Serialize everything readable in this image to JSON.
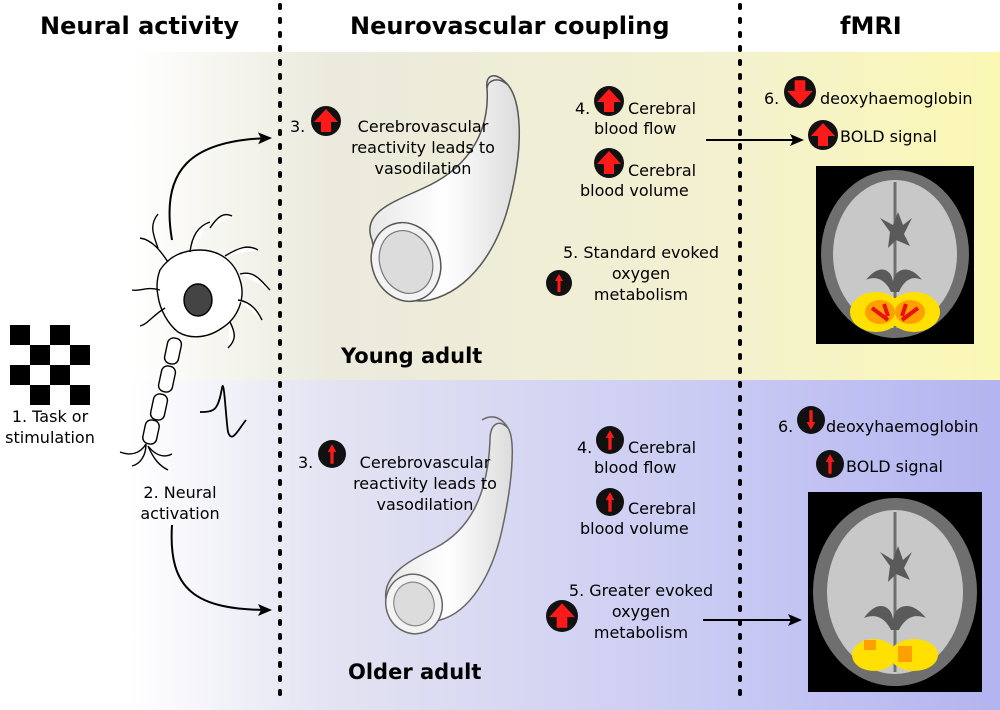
{
  "headers": {
    "neural_activity": "Neural activity",
    "neurovascular_coupling": "Neurovascular coupling",
    "fmri": "fMRI"
  },
  "left": {
    "task_line1": "1. Task or",
    "task_line2": "stimulation",
    "activation_line1": "2. Neural",
    "activation_line2": "activation"
  },
  "young": {
    "title": "Young adult",
    "step3": {
      "num": "3.",
      "line1": "Cerebrovascular",
      "line2": "reactivity leads to",
      "line3": "vasodilation"
    },
    "step4_flow": {
      "num": "4.",
      "line1": "Cerebral",
      "line2": "blood flow"
    },
    "step4_volume": {
      "line1": "Cerebral",
      "line2": "blood volume"
    },
    "step5": {
      "line1": "5. Standard evoked",
      "line2": "oxygen",
      "line3": "metabolism"
    },
    "step6": {
      "num": "6.",
      "deoxy": "deoxyhaemoglobin",
      "bold": "BOLD signal"
    }
  },
  "older": {
    "title": "Older adult",
    "step3": {
      "num": "3.",
      "line1": "Cerebrovascular",
      "line2": "reactivity leads to",
      "line3": "vasodilation"
    },
    "step4_flow": {
      "num": "4.",
      "line1": "Cerebral",
      "line2": "blood flow"
    },
    "step4_volume": {
      "line1": "Cerebral",
      "line2": "blood volume"
    },
    "step5": {
      "line1": "5. Greater evoked",
      "line2": "oxygen",
      "line3": "metabolism"
    },
    "step6": {
      "num": "6.",
      "deoxy": "deoxyhaemoglobin",
      "bold": "BOLD signal"
    }
  },
  "colors": {
    "arrow_red": "#ff1a1a",
    "badge_black": "#111111",
    "young_panel": "#f3f1cf",
    "older_panel": "#c9caf3",
    "activation_yellow": "#ffe000",
    "activation_orange": "#ffa000",
    "activation_red": "#e81010"
  },
  "icons": [
    "up-arrow-icon",
    "down-arrow-icon",
    "neuron-icon",
    "blood-vessel-icon",
    "brain-scan-icon",
    "checkerboard-icon",
    "action-potential-icon"
  ]
}
